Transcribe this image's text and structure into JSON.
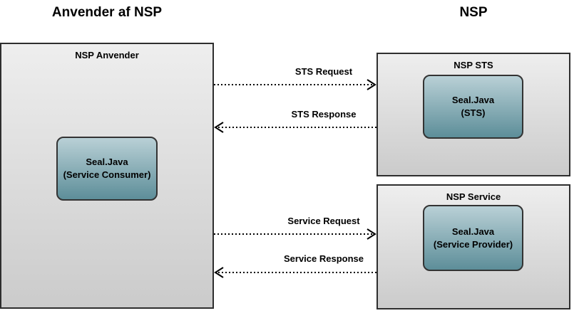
{
  "columns": {
    "left_title": "Anvender af NSP",
    "right_title": "NSP"
  },
  "boxes": {
    "anvender": {
      "title": "NSP Anvender",
      "component": {
        "line1": "Seal.Java",
        "line2": "(Service Consumer)"
      }
    },
    "sts": {
      "title": "NSP STS",
      "component": {
        "line1": "Seal.Java",
        "line2": "(STS)"
      }
    },
    "service": {
      "title": "NSP Service",
      "component": {
        "line1": "Seal.Java",
        "line2": "(Service Provider)"
      }
    }
  },
  "arrows": [
    {
      "label": "STS Request",
      "direction": "right",
      "style": "dotted"
    },
    {
      "label": "STS Response",
      "direction": "left",
      "style": "dotted"
    },
    {
      "label": "Service Request",
      "direction": "right",
      "style": "dotted"
    },
    {
      "label": "Service Response",
      "direction": "left",
      "style": "dotted"
    }
  ],
  "colors": {
    "box_border": "#2e2e2e",
    "box_grad_top": "#eeeeee",
    "box_grad_bottom": "#cbcbcb",
    "comp_grad_top": "#b9d0d6",
    "comp_grad_bottom": "#5d8e99",
    "comp_border": "#333333",
    "arrow_color": "#000000",
    "text_color": "#000000",
    "background": "#ffffff"
  }
}
